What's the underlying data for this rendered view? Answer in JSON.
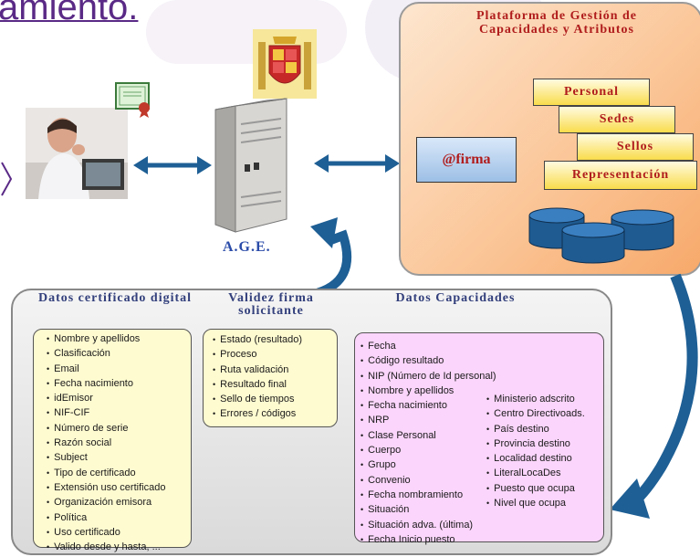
{
  "title_fragment": "amiento.",
  "platform": {
    "title": "Plataforma de Gestión de Capacidades y Atributos",
    "firma_label": "@firma",
    "attributes": [
      "Personal",
      "Sedes",
      "Sellos",
      "Representación"
    ]
  },
  "server_label": "A.G.E.",
  "panel": {
    "col1": {
      "header": "Datos certificado digital",
      "items": [
        "Nombre y apellidos",
        "Clasificación",
        "Email",
        "Fecha nacimiento",
        "idEmisor",
        "NIF-CIF",
        "Número de serie",
        "Razón social",
        "Subject",
        "Tipo de certificado",
        "Extensión uso certificado",
        "Organización emisora",
        "Política",
        "Uso certificado",
        "Valido desde y hasta, ..."
      ]
    },
    "col2": {
      "header": "Validez firma solicitante",
      "items": [
        "Estado (resultado)",
        "Proceso",
        "Ruta validación",
        "Resultado final",
        "Sello de tiempos",
        "Errores / códigos"
      ]
    },
    "col3": {
      "header": "Datos Capacidades",
      "items_left": [
        "Fecha",
        "Código resultado",
        "NIP (Número de Id personal)",
        "Nombre y apellidos",
        "Fecha nacimiento",
        "NRP",
        "Clase Personal",
        "Cuerpo",
        "Grupo",
        "Convenio",
        "Fecha nombramiento",
        "Situación",
        "Situación adva. (última)",
        "Fecha Inicio puesto"
      ],
      "items_right": [
        "Ministerio adscrito",
        "Centro Directivoads.",
        "País destino",
        "Provincia destino",
        "Localidad destino",
        "LiteralLocaDes",
        "Puesto que ocupa",
        "Nivel que ocupa"
      ]
    }
  },
  "colors": {
    "title": "#5a2a86",
    "platform_text": "#b01d1d",
    "header_text": "#33407c",
    "arrow": "#1e5f95"
  }
}
